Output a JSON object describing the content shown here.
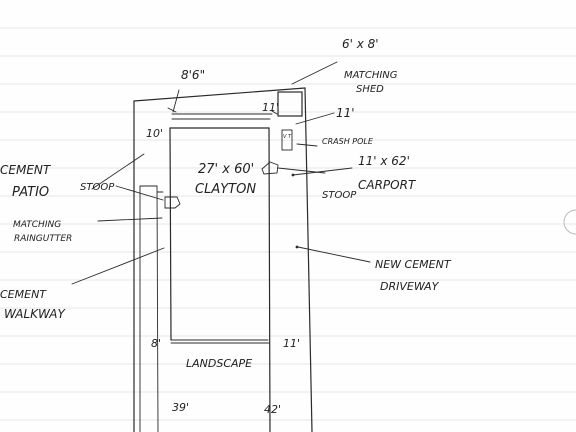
{
  "labels": {
    "top_width": "8'6\"",
    "shed_size": "6' x 8'",
    "shed_name_1": "MATCHING",
    "shed_name_2": "SHED",
    "shed_gap": "11'",
    "right_gap": "11'",
    "left_gap": "10'",
    "crash_pole": "CRASH POLE",
    "carport_size": "11' x 62'",
    "carport": "CARPORT",
    "home": "27' x 60'",
    "home_make": "CLAYTON",
    "cement_patio_1": "CEMENT",
    "cement_patio_2": "PATIO",
    "stoop_left": "STOOP",
    "stoop_right": "STOOP",
    "raingutter_1": "MATCHING",
    "raingutter_2": "RAINGUTTER",
    "driveway_1": "NEW CEMENT",
    "driveway_2": "DRIVEWAY",
    "walkway_1": "CEMENT",
    "walkway_2": "WALKWAY",
    "bottom_left_gap": "8'",
    "bottom_right_gap": "11'",
    "landscape": "LANDSCAPE",
    "bottom_left_len": "39'",
    "bottom_right_len": "42'",
    "pole_mark": "V T"
  }
}
